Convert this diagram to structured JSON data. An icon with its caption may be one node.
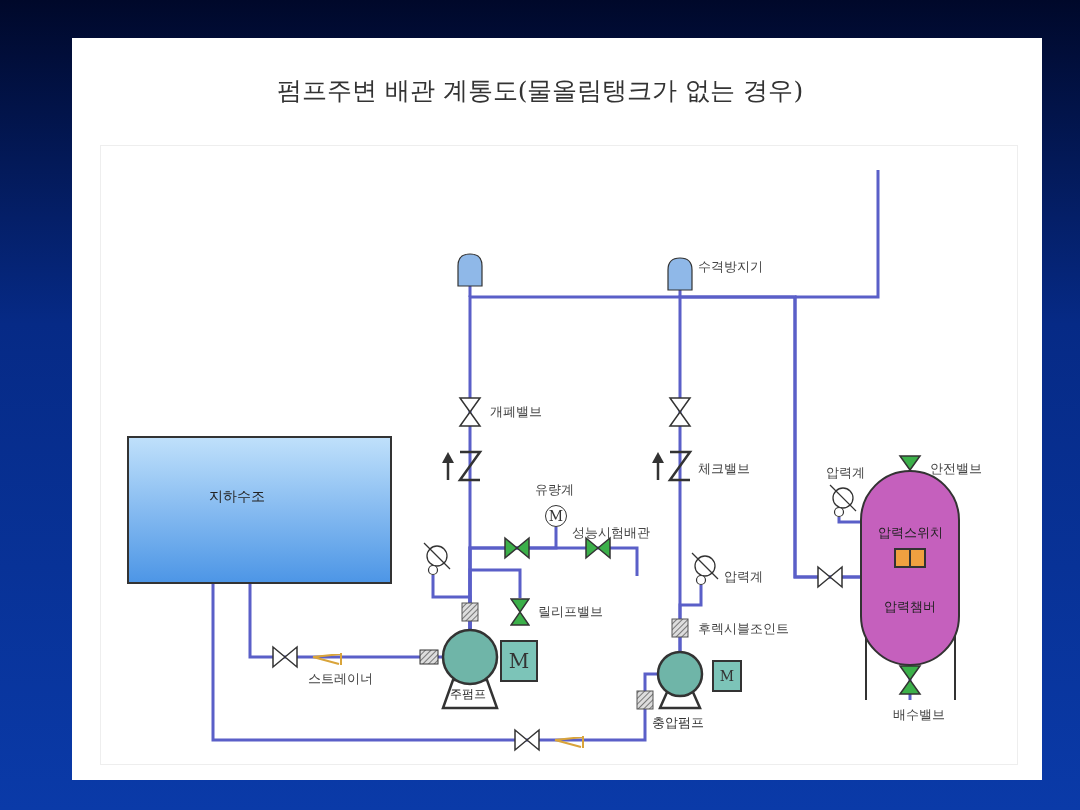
{
  "diagram": {
    "title": "펌프주변 배관 계통도(물올림탱크가 없는 경우)",
    "nodes": [
      {
        "text": [
          "지하수조"
        ]
      },
      {
        "text": [
          "압력스위치",
          "압력챔버"
        ]
      },
      {
        "text": [],
        "shape": "circle",
        "beside": [
          "압력계"
        ]
      },
      {
        "text": [
          "M"
        ],
        "beside": [
          "유량계"
        ]
      },
      {
        "text": [],
        "shape": "circle"
      },
      {
        "text": [],
        "shape": "circle",
        "beside": [
          "압력계"
        ]
      },
      {
        "text": [],
        "shape": "valve",
        "beside": [
          "릴리프밸브"
        ]
      },
      {
        "text": [
          "주펌프"
        ]
      },
      {
        "text": [
          "M"
        ]
      },
      {
        "text": [
          "충압펌프"
        ]
      },
      {
        "text": [
          "M"
        ]
      }
    ],
    "edges": [
      {
        "from": 0,
        "to": 7,
        "arrow": "none"
      },
      {
        "from": 0,
        "to": 9,
        "arrow": "none"
      },
      {
        "from": 7,
        "to": 1,
        "arrow": "none"
      },
      {
        "from": 9,
        "to": 1,
        "arrow": "none"
      },
      {
        "from": 7,
        "to": null,
        "arrow": "none"
      },
      {
        "from": 7,
        "to": 3,
        "arrow": "none"
      },
      {
        "from": 7,
        "to": 6,
        "arrow": "none"
      },
      {
        "from": 7,
        "to": 4,
        "arrow": "none"
      },
      {
        "from": 9,
        "to": 5,
        "arrow": "none"
      },
      {
        "from": 1,
        "to": 2,
        "arrow": "none"
      }
    ],
    "labels": [
      "수격방지기",
      "개폐밸브",
      "안전밸브",
      "체크밸브",
      "성능시험배관",
      "후렉시블조인트",
      "스트레이너",
      "배수밸브"
    ]
  }
}
